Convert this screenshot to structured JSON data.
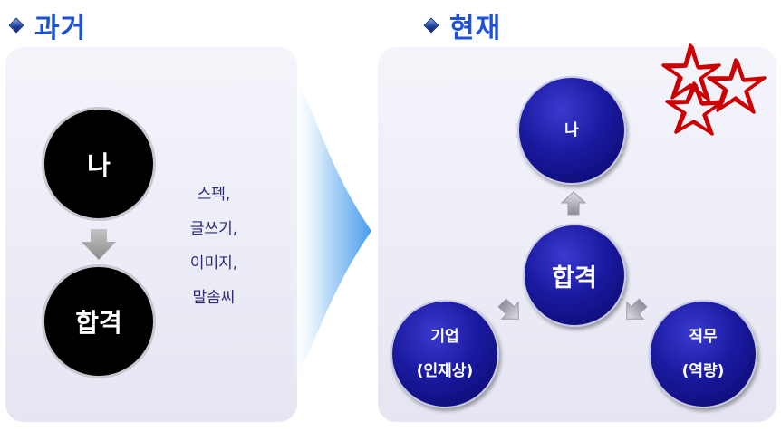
{
  "past": {
    "heading": "과거",
    "me_label": "나",
    "pass_label": "합격",
    "criteria": [
      "스펙,",
      "글쓰기,",
      "이미지,",
      "말솜씨"
    ]
  },
  "present": {
    "heading": "현재",
    "me_label": "나",
    "pass_label": "합격",
    "company_label": "기업",
    "company_sub": "(인재상)",
    "job_label": "직무",
    "job_sub": "(역량)"
  },
  "colors": {
    "heading": "#1d52d8",
    "dark_node": "#000000",
    "blue_node": "#1a1aa0",
    "criteria_text": "#2b2b7a",
    "flow_arrow": "#5aa8f0",
    "scribble": "#cc0000"
  },
  "icons": {
    "bullet": "diamond-bullet-icon",
    "flow": "big-right-arrow-icon",
    "scribble": "red-stars-scribble-icon"
  }
}
